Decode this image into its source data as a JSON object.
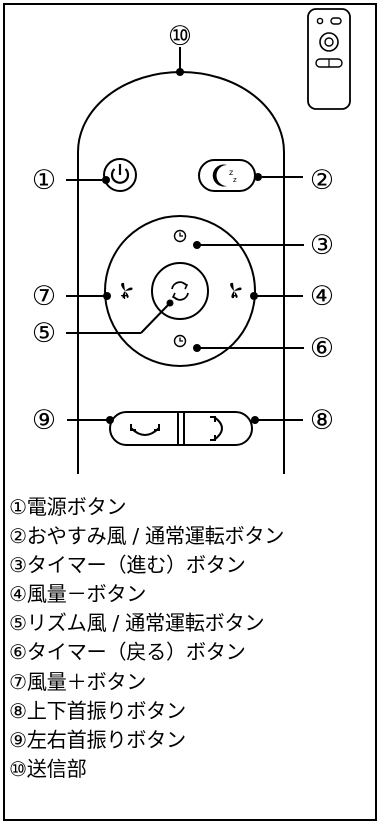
{
  "callouts": [
    "①",
    "②",
    "③",
    "④",
    "⑤",
    "⑥",
    "⑦",
    "⑧",
    "⑨",
    "⑩"
  ],
  "legend": [
    "①電源ボタン",
    "②おやすみ風 / 通常運転ボタン",
    "③タイマー（進む）ボタン",
    "④風量－ボタン",
    "⑤リズム風 / 通常運転ボタン",
    "⑥タイマー（戻る）ボタン",
    "⑦風量＋ボタン",
    "⑧上下首振りボタン",
    "⑨左右首振りボタン",
    "⑩送信部"
  ],
  "icons": {
    "power": "power-icon",
    "sleep": "moon-zz-icon",
    "fan": "fan-icon",
    "rhythm": "rhythm-icon",
    "timer": "clock-icon",
    "swing_horizontal": "swing-horizontal-icon",
    "swing_vertical": "swing-vertical-icon"
  },
  "colors": {
    "line": "#000000",
    "background": "#ffffff"
  }
}
